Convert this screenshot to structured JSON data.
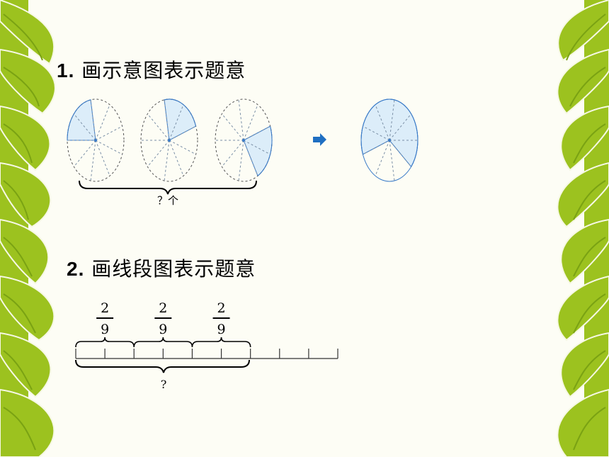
{
  "section1": {
    "number": "1.",
    "title": "画示意图表示题意",
    "brace_label": "？个"
  },
  "section2": {
    "number": "2.",
    "title": "画线段图表示题意",
    "fraction_numerator": "2",
    "fraction_denominator": "9",
    "fraction_count": 3,
    "brace_label": "?"
  },
  "colors": {
    "leaf": "#9cc21f",
    "leaf_dark": "#7aa213",
    "slice_fill": "#dcedf9",
    "outline": "#3a7bc8",
    "arrow": "#1f6fc2"
  },
  "icons": {
    "arrow": "right-arrow-icon"
  }
}
